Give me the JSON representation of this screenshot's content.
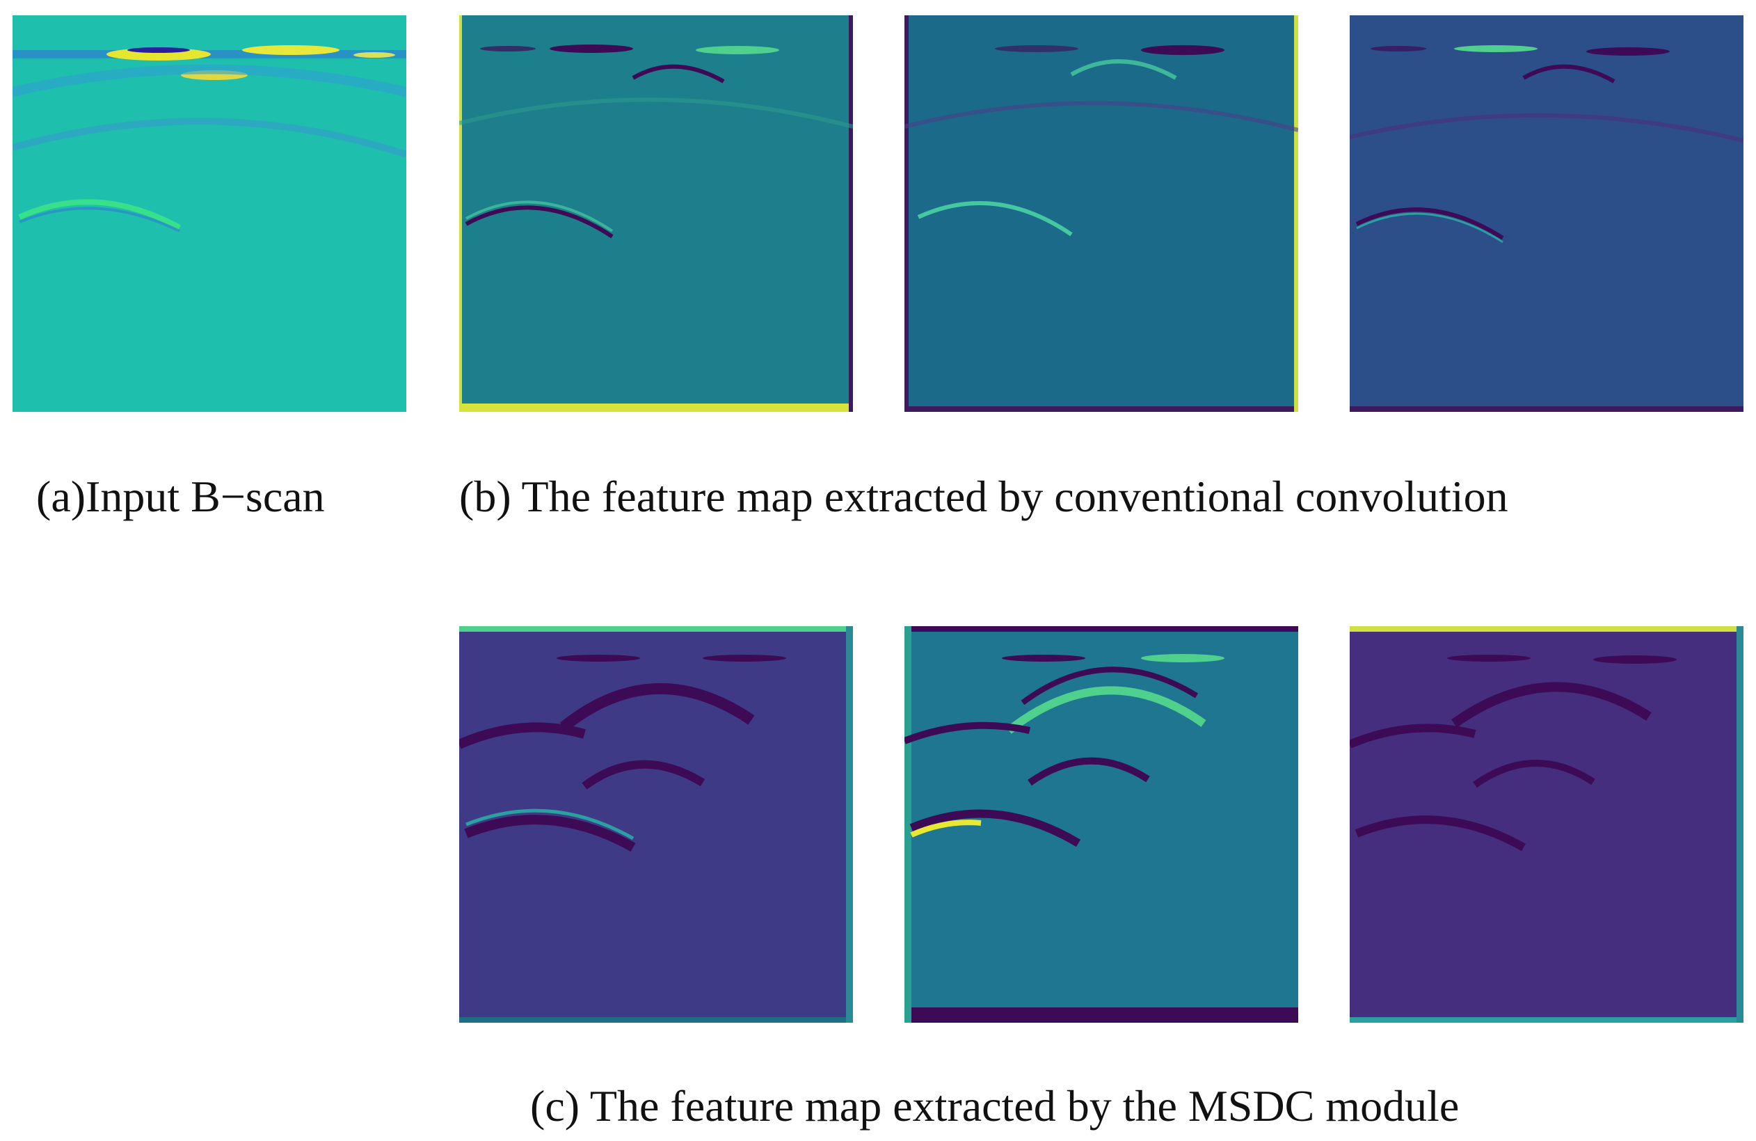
{
  "captions": {
    "a": "(a)Input B−scan",
    "b": "(b) The feature map extracted by conventional convolution",
    "c": "(c) The feature map extracted by the MSDC module"
  },
  "colors": {
    "input_bg": "#1fbfae",
    "conv1_bg": "#1e7f8c",
    "conv2_bg": "#1c6a8a",
    "conv3_bg": "#2c4f8a",
    "msdc1_bg": "#3e3a85",
    "msdc2_bg": "#1e7690",
    "msdc3_bg": "#452e7d",
    "dark": "#3d0a55",
    "bright": "#d8e236",
    "green": "#4fd08c"
  }
}
